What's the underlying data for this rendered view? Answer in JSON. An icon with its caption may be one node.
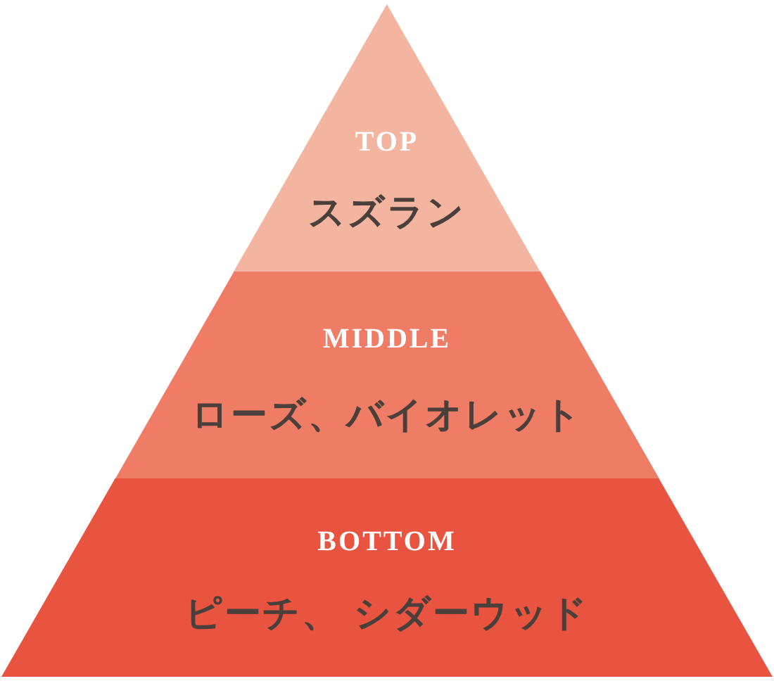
{
  "diagram": {
    "nodes": [
      {
        "text": [
          "TOP",
          "スズラン"
        ]
      },
      {
        "text": [
          "MIDDLE",
          "ローズ、バイオレット"
        ]
      },
      {
        "text": [
          "BOTTOM",
          "ピーチ、 シダーウッド"
        ]
      }
    ]
  }
}
